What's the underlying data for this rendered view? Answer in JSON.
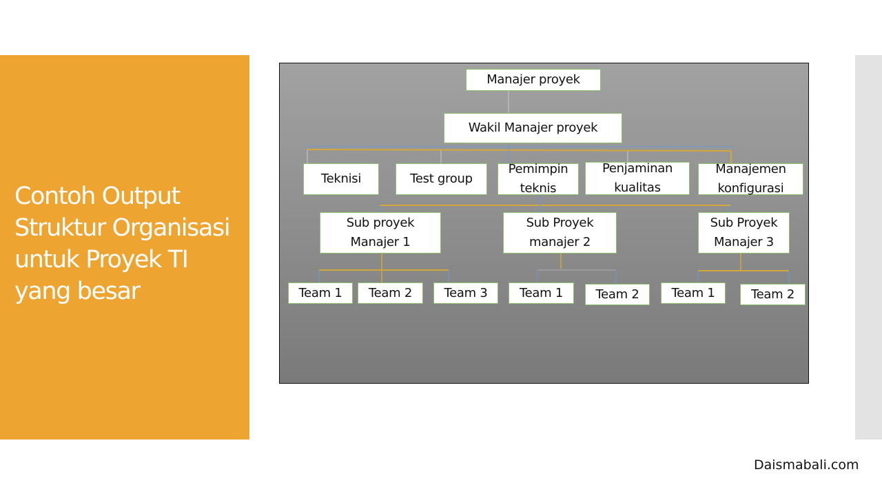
{
  "slide": {
    "title": "Contoh Output\nStruktur Organisasi\nuntuk Proyek TI\nyang besar",
    "watermark": "Daismabali.com",
    "colors": {
      "accent": "#eea431",
      "side_strip": "#e3e3e3",
      "node_border": "#8cc06a",
      "connector_gold": "#d4a73c",
      "connector_blue": "#6a9bd1"
    }
  },
  "org_chart": {
    "root": "Manajer  proyek",
    "deputy": "Wakil Manajer proyek",
    "departments": [
      "Teknisi",
      "Test group",
      "Pemimpin\nteknis",
      "Penjaminan\nkualitas",
      "Manajemen\nkonfigurasi"
    ],
    "sub_managers": [
      {
        "label": "Sub proyek\nManajer 1",
        "teams": [
          "Team 1",
          "Team 2",
          "Team 3"
        ]
      },
      {
        "label": "Sub Proyek\nmanajer  2",
        "teams": [
          "Team 1",
          "Team 2"
        ]
      },
      {
        "label": "Sub Proyek\nManajer 3",
        "teams": [
          "Team 1",
          "Team 2"
        ]
      }
    ]
  }
}
